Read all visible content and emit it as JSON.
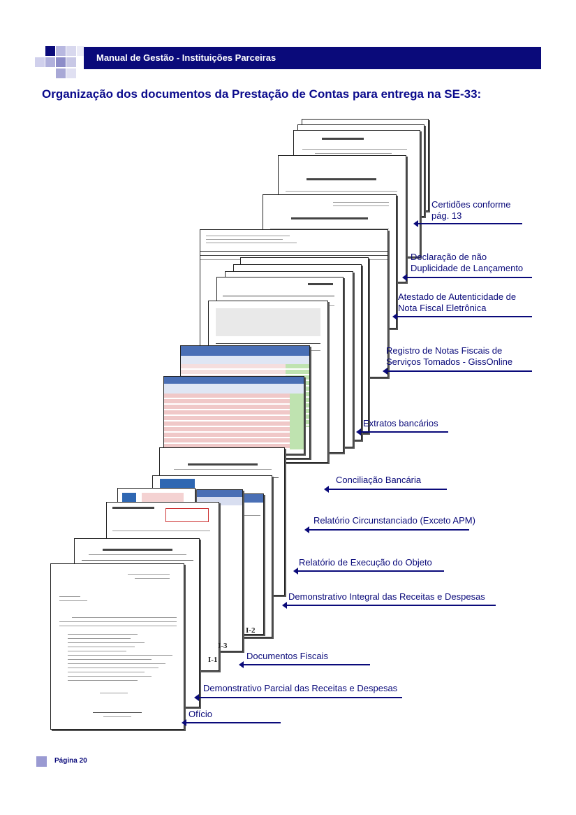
{
  "header": {
    "title": "Manual de Gestão - Instituições Parceiras"
  },
  "heading": "Organização dos documentos da Prestação de Contas para entrega na SE-33:",
  "labels": {
    "certidoes_1": "Certidões conforme",
    "certidoes_2": "pág. 13",
    "declaracao_1": "Declaração de não",
    "declaracao_2": "Duplicidade de Lançamento",
    "atestado_1": "Atestado de Autenticidade de",
    "atestado_2": "Nota Fiscal Eletrônica",
    "registro_1": "Registro de Notas Fiscais de",
    "registro_2": "Serviços Tomados - GissOnline",
    "extratos": "Extratos bancários",
    "conciliacao": "Conciliação Bancária",
    "relatorio_circ": "Relatório Circunstanciado (Exceto APM)",
    "relatorio_exec": "Relatório de Execução do Objeto",
    "demonstrativo_integral": "Demonstrativo Integral das Receitas e Despesas",
    "documentos_fiscais": "Documentos Fiscais",
    "demonstrativo_parcial": "Demonstrativo Parcial das Receitas e Despesas",
    "oficio": "Ofício"
  },
  "doc_tags": {
    "i1": "I-1",
    "i2": "I-2",
    "i3": "I-3"
  },
  "footer": {
    "page": "Página 20"
  },
  "colors": {
    "brand": "#0a0a7a",
    "heading": "#0a0a8c",
    "sheet_blue": "#4a6fb5",
    "sheet_red": "#e8b3b3",
    "sheet_green": "#bfe3b0"
  }
}
